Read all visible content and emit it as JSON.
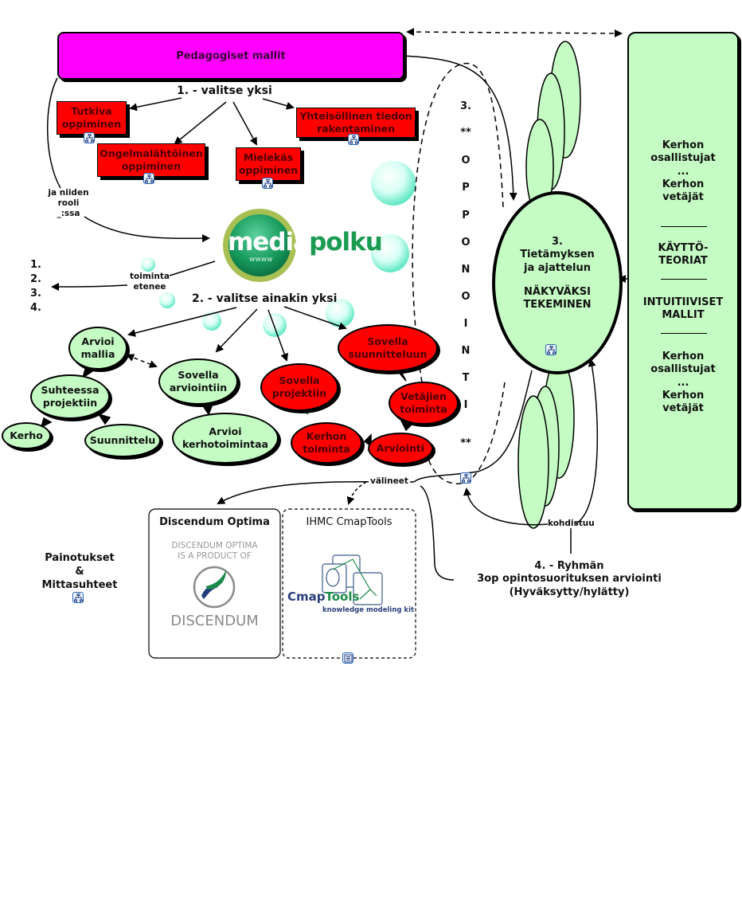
{
  "title_box": {
    "label": "Pedagogiset mallit",
    "color": "#ff00ff"
  },
  "step1": {
    "label": "1. - valitse yksi",
    "models": [
      {
        "label_l1": "Tutkiva",
        "label_l2": "oppiminen"
      },
      {
        "label_l1": "Ongelmalähtöinen",
        "label_l2": "oppiminen"
      },
      {
        "label_l1": "Mielekäs",
        "label_l2": "oppiminen"
      },
      {
        "label_l1": "Yhteisöllinen tiedon",
        "label_l2": "rakentaminen"
      }
    ]
  },
  "role_link": {
    "l1": "ja niiden",
    "l2": "rooli",
    "l3": "_:ssa"
  },
  "logo": {
    "part1": "media",
    "part2": "polku",
    "sub": "wwww"
  },
  "progress_link": {
    "l1": "toiminta",
    "l2": "etenee"
  },
  "numbered_list": [
    "1.",
    "2.",
    "3.",
    "4."
  ],
  "step2": {
    "label": "2. - valitse ainakin yksi",
    "green_nodes": {
      "arvioi_mallia": {
        "l1": "Arvioi",
        "l2": "mallia"
      },
      "suhteessa": {
        "l1": "Suhteessa",
        "l2": "projektiin"
      },
      "kerho": "Kerho",
      "suunnittelu": "Suunnittelu",
      "sovella_arviointiin": {
        "l1": "Sovella",
        "l2": "arviointiin"
      },
      "arvioi_kerhotoimintaa": {
        "l1": "Arvioi",
        "l2": "kerhotoimintaa"
      }
    },
    "red_nodes": {
      "sovella_projektiin": {
        "l1": "Sovella",
        "l2": "projektiin"
      },
      "sovella_suunnitteluun": {
        "l1": "Sovella",
        "l2": "suunnitteluun"
      },
      "vetajien_toiminta": {
        "l1": "Vetäjien",
        "l2": "toiminta"
      },
      "arviointi": "Arviointi",
      "kerhon_toiminta": {
        "l1": "Kerhon",
        "l2": "toiminta"
      }
    }
  },
  "opponointi": {
    "letters": [
      "3.",
      "**",
      "O",
      "P",
      "P",
      "O",
      "N",
      "O",
      "I",
      "N",
      "T",
      "I",
      "**"
    ]
  },
  "central": {
    "l1": "3.",
    "l2": "Tietämyksen",
    "l3": "ja ajattelun",
    "l4": "NÄKYVÄKSI",
    "l5": "TEKEMINEN"
  },
  "right_panel": {
    "block1": {
      "l1": "Kerhon",
      "l2": "osallistujat",
      "l3": "...",
      "l4": "Kerhon",
      "l5": "vetäjät"
    },
    "block2": {
      "l1": "KÄYTTÖ-",
      "l2": "TEORIAT"
    },
    "block3": {
      "l1": "INTUITIIVISET",
      "l2": "MALLIT"
    },
    "block4": {
      "l1": "Kerhon",
      "l2": "osallistujat",
      "l3": "...",
      "l4": "Kerhon",
      "l5": "vetäjät"
    }
  },
  "tools": {
    "link_label": "välineet",
    "discendum": {
      "title": "Discendum Optima",
      "tagline_l1": "DISCENDUM OPTIMA",
      "tagline_l2": "IS A PRODUCT OF",
      "brand": "DISCENDUM"
    },
    "cmaptools": {
      "title": "IHMC CmapTools",
      "brand_part1": "Cmap",
      "brand_part2": "Tools",
      "subtitle": "knowledge modeling kit"
    }
  },
  "evaluation": {
    "link_label": "kohdistuu",
    "l1": "4. - Ryhmän",
    "l2": "3op opintosuorituksen arviointi",
    "l3": "(Hyväksytty/hylätty)"
  },
  "weights": {
    "l1": "Painotukset",
    "l2": "&",
    "l3": "Mittasuhteet"
  },
  "colors": {
    "green_node": "#c4fcc4",
    "red_node": "#ff0000",
    "magenta": "#ff00ff",
    "icon_border": "#2a64b8"
  }
}
